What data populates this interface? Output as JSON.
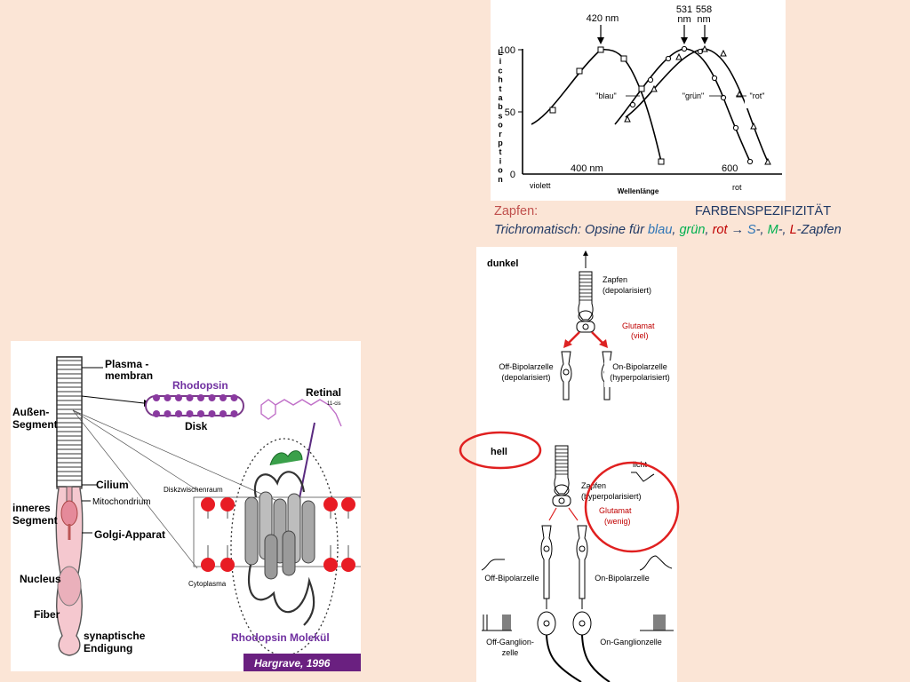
{
  "spectrum": {
    "peaks": [
      "420 nm",
      "531",
      "nm",
      "558",
      "nm"
    ],
    "ylabel": "Lichtabsorption",
    "yticks": [
      "100",
      "50",
      "0"
    ],
    "xticks": [
      "400 nm",
      "600"
    ],
    "xlabel": "Wellenlänge",
    "range_labels": [
      "violett",
      "rot"
    ],
    "curves": [
      "\"blau\"",
      "\"grün\"",
      "\"rot\""
    ]
  },
  "caption": {
    "line1_left": "Zapfen:",
    "line1_right": "FARBENSPEZIFIZITÄT",
    "line2_prefix": "Trichromatisch: Opsine für ",
    "blau": "blau",
    "sep1": ", ",
    "gruen": "grün",
    "sep2": ", ",
    "rot": "rot",
    "arrow": " → ",
    "s": "S",
    "sep3": "-, ",
    "m": "M",
    "sep4": "-, ",
    "l": "L",
    "suffix": "-Zapfen"
  },
  "circuit": {
    "dark_label": "dunkel",
    "dark_cone": [
      "Zapfen",
      "(depolarisiert)"
    ],
    "dark_glutamat": [
      "Glutamat",
      "(viel)"
    ],
    "dark_off": [
      "Off-Bipolarzelle",
      "(depolarisiert)"
    ],
    "dark_on": [
      "On-Bipolarzelle",
      "(hyperpolarisiert)"
    ],
    "light_label": "hell",
    "licht": "licht",
    "light_cone": [
      "Zapfen",
      "(hyperpolarisiert)"
    ],
    "light_glutamat": [
      "Glutamat",
      "(wenig)"
    ],
    "light_off": "Off-Bipolarzelle",
    "light_on": "On-Bipolarzelle",
    "off_ganglion": [
      "Off-Ganglion-",
      "zelle"
    ],
    "on_ganglion": "On-Ganglionzelle"
  },
  "photoreceptor": {
    "plasma": [
      "Plasma -",
      "membran"
    ],
    "rhodopsin": "Rhodopsin",
    "disk": "Disk",
    "retinal": "Retinal",
    "cis": "11-cis",
    "aussen": [
      "Außen-",
      "Segment"
    ],
    "diskzwischenraum": "Diskzwischenraum",
    "cilium": "Cilium",
    "mitochondrium": "Mitochondrium",
    "inneres": [
      "inneres",
      "Segment"
    ],
    "golgi": "Golgi-Apparat",
    "cytoplasma": "Cytoplasma",
    "nucleus": "Nucleus",
    "fiber": "Fiber",
    "synaptische": [
      "synaptische",
      "Endigung"
    ],
    "molekuel": "Rhodopsin Molekül",
    "credit": "Hargrave, 1996"
  }
}
